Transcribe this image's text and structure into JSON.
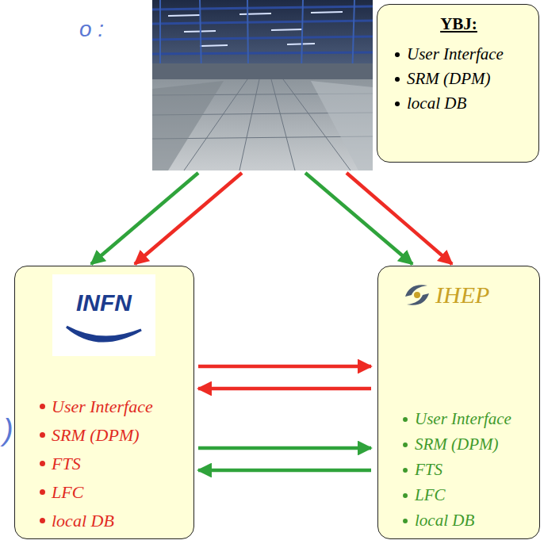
{
  "diagram": {
    "nodes": [
      {
        "text": [
          "YBJ:",
          "User Interface",
          "SRM (DPM)",
          "local DB"
        ]
      },
      {
        "text": [
          "INFN",
          "User Interface",
          "SRM (DPM)",
          "FTS",
          "LFC",
          "local DB"
        ]
      },
      {
        "text": [
          "IHEP",
          "User Interface",
          "SRM (DPM)",
          "FTS",
          "LFC",
          "local DB"
        ]
      }
    ],
    "edges": [
      {
        "from": 0,
        "to": 1,
        "arrow": "to"
      },
      {
        "from": 0,
        "to": 1,
        "arrow": "to"
      },
      {
        "from": 0,
        "to": 2,
        "arrow": "to"
      },
      {
        "from": 0,
        "to": 2,
        "arrow": "to"
      },
      {
        "from": 1,
        "to": 2,
        "arrow": "to"
      },
      {
        "from": 2,
        "to": 1,
        "arrow": "to"
      },
      {
        "from": 1,
        "to": 2,
        "arrow": "to"
      },
      {
        "from": 2,
        "to": 1,
        "arrow": "to"
      }
    ],
    "labels": [
      "o :",
      ")"
    ]
  }
}
